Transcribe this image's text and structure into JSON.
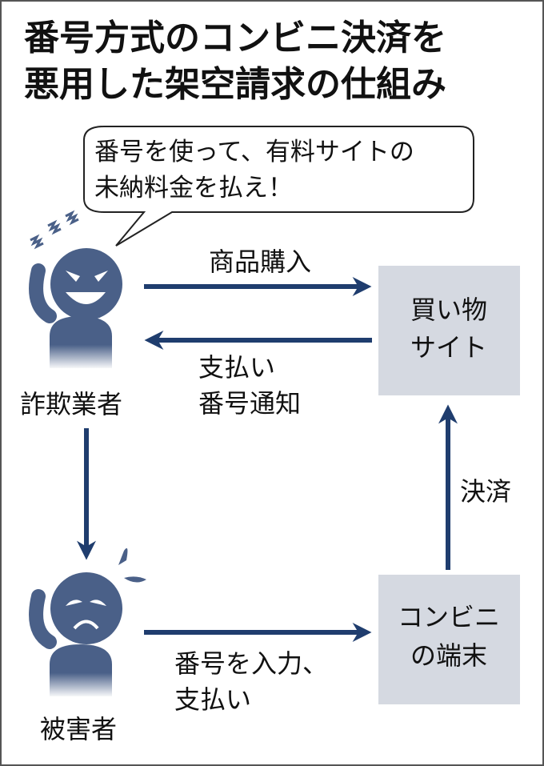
{
  "title": {
    "line1": "番号方式のコンビニ決済を",
    "line2": "悪用した架空請求の仕組み"
  },
  "speech": {
    "line1": "番号を使って、有料サイトの",
    "line2": "未納料金を払え！"
  },
  "actors": {
    "fraudster": "詐欺業者",
    "victim": "被害者"
  },
  "boxes": {
    "shop": {
      "line1": "買い物",
      "line2": "サイト"
    },
    "terminal": {
      "line1": "コンビニ",
      "line2": "の端末"
    }
  },
  "flows": {
    "purchase": "商品購入",
    "notify": {
      "line1": "支払い",
      "line2": "番号通知"
    },
    "input": {
      "line1": "番号を入力、",
      "line2": "支払い"
    },
    "settle": "決済"
  },
  "colors": {
    "figure": "#4a6088",
    "arrow": "#1f3d6e",
    "box": "#d5d9e1"
  }
}
